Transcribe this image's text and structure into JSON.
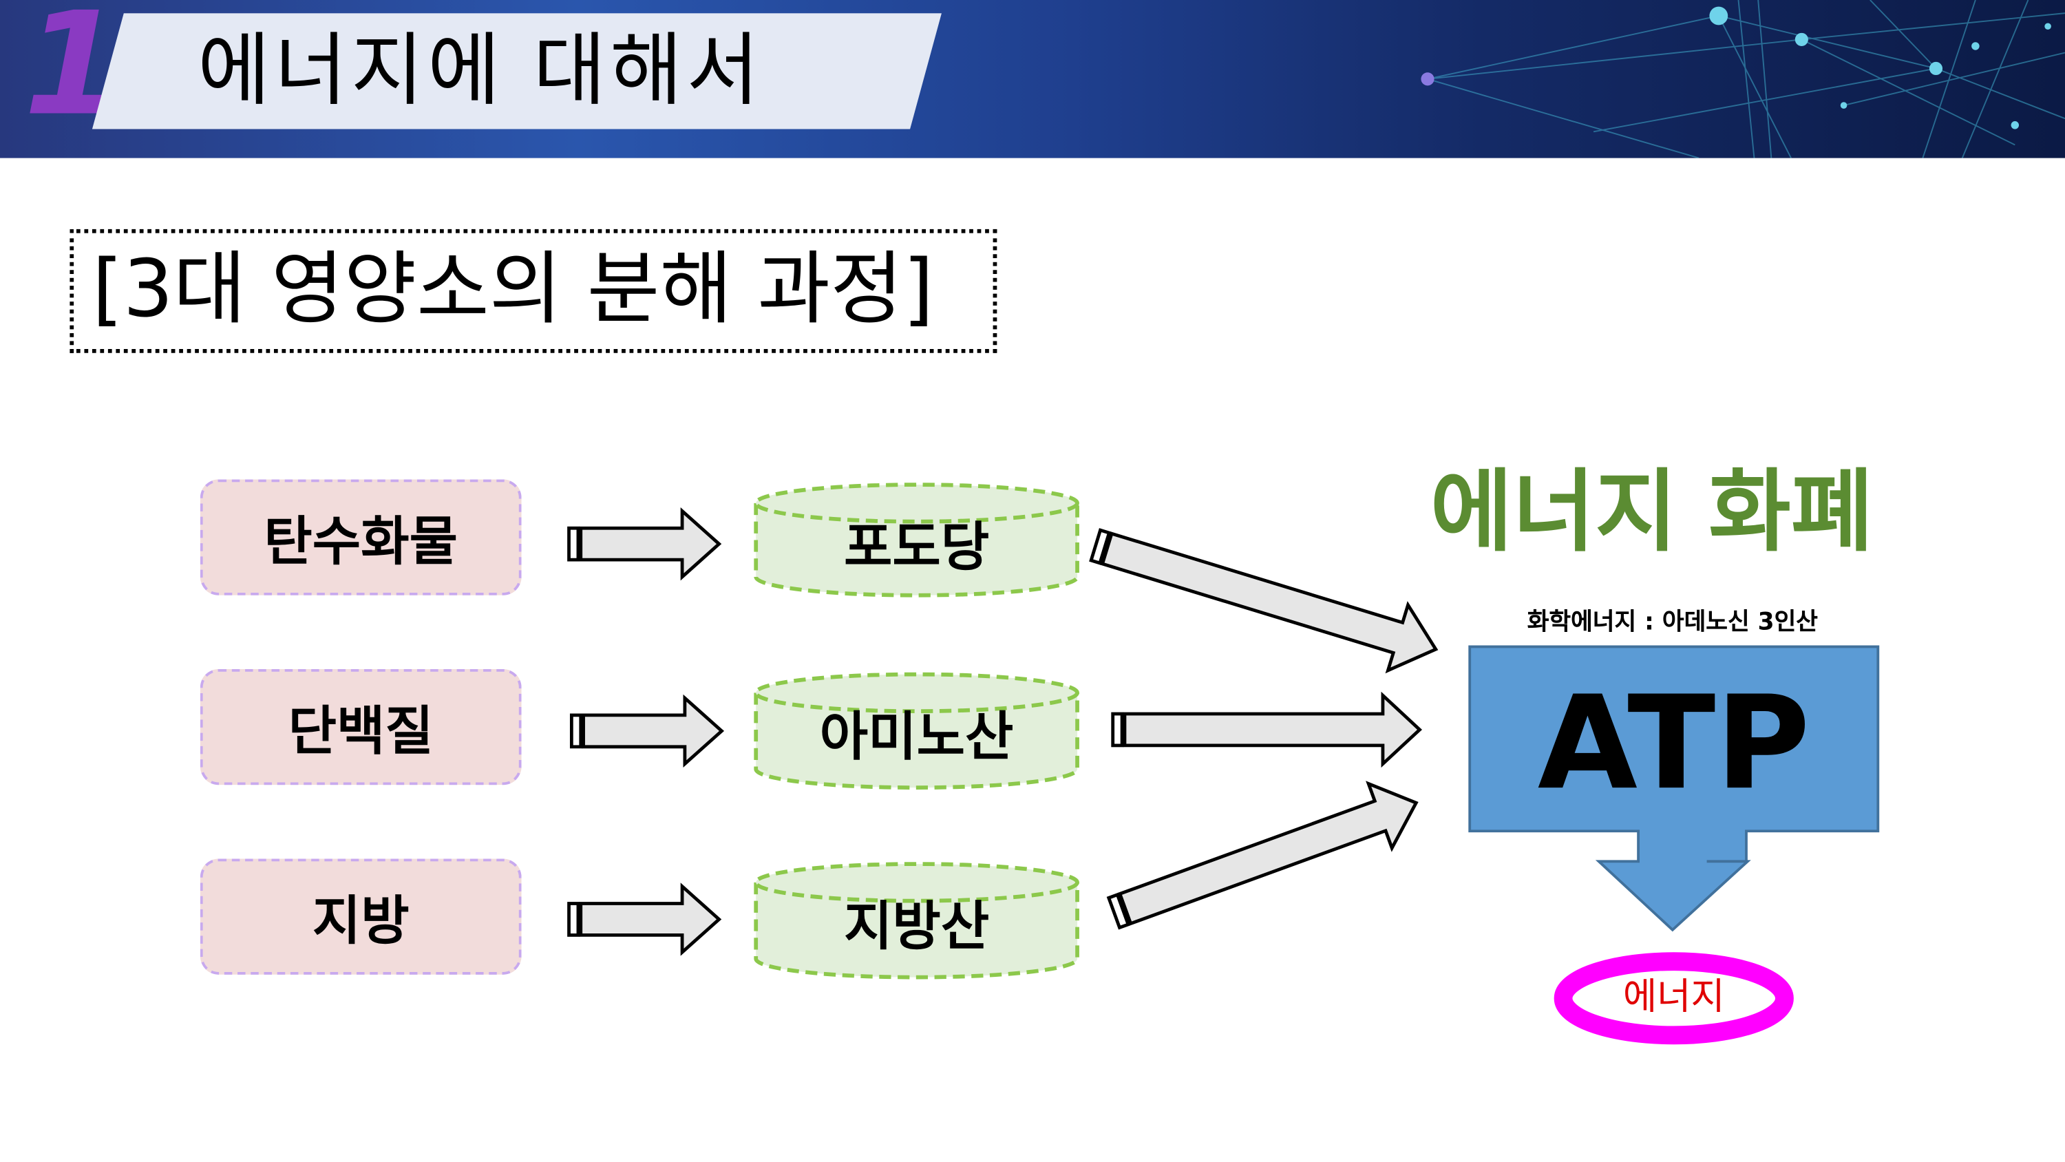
{
  "header": {
    "section_number": "1",
    "title": "에너지에 대해서"
  },
  "subtitle": "[3대 영양소의 분해 과정]",
  "nutrients": [
    {
      "label": "탄수화물"
    },
    {
      "label": "단백질"
    },
    {
      "label": "지방"
    }
  ],
  "products": [
    {
      "label": "포도당"
    },
    {
      "label": "아미노산"
    },
    {
      "label": "지방산"
    }
  ],
  "currency": {
    "title": "에너지 화폐",
    "caption": "화학에너지 : 아데노신 3인산",
    "atp_label": "ATP",
    "energy_label": "에너지"
  },
  "colors": {
    "header_gradient_start": "#27387e",
    "header_gradient_end": "#0b1a45",
    "section_number": "#8a3ac2",
    "nutrient_fill": "#f2dcdb",
    "nutrient_border": "#c8a9ee",
    "cylinder_fill": "#e2efda",
    "cylinder_border": "#8cc84b",
    "currency_title": "#5b8c32",
    "atp_fill": "#5b9bd5",
    "energy_ring": "#ff00ff",
    "energy_text": "#e00000",
    "arrow_fill": "#e6e6e6"
  }
}
